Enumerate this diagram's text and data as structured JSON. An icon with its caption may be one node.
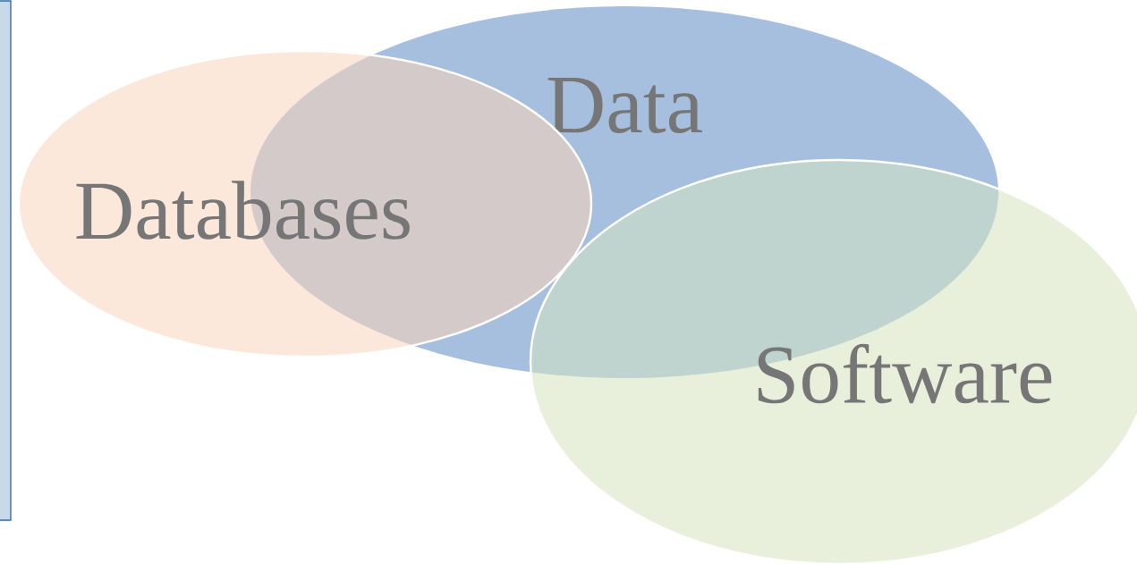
{
  "diagram": {
    "nodes": [
      {
        "text": [
          "Databases"
        ]
      },
      {
        "text": [
          "Data"
        ]
      },
      {
        "text": [
          "Software"
        ]
      }
    ]
  }
}
